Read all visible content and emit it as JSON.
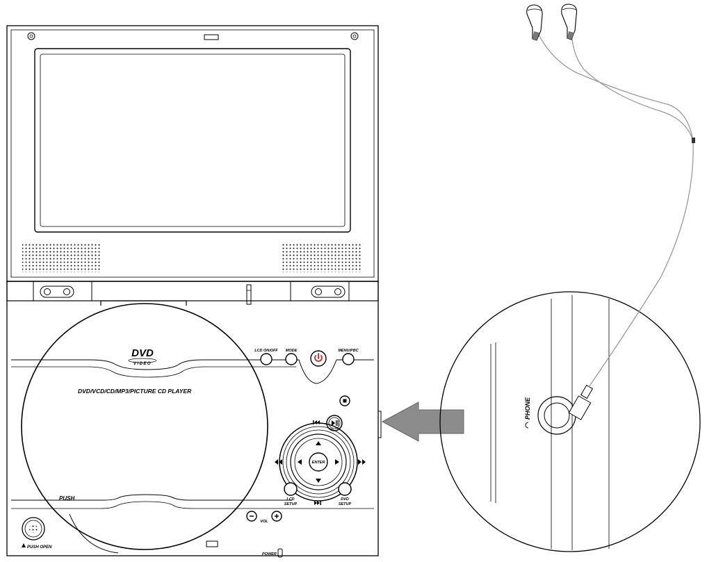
{
  "labels": {
    "lcd_onoff": "LCD ON/OFF",
    "mode": "MODE",
    "menu_pbc": "MENU/PBC",
    "player_title": "DVD/VCD/CD/MP3/PICTURE CD PLAYER",
    "push": "PUSH",
    "push_open": "PUSH OPEN",
    "enter": "ENTER",
    "lcd_setup_1": "LCD",
    "lcd_setup_2": "SETUP",
    "dvd_setup_1": "DVD",
    "dvd_setup_2": "SETUP",
    "vol": "VOL",
    "power": "POWER",
    "phone": "PHONE",
    "dvd_logo": "DVD",
    "dvd_logo_sub": "VIDEO"
  },
  "icons": {
    "power": "power-icon",
    "stop": "stop-icon",
    "play_pause": "play-pause-icon",
    "prev": "skip-previous-icon",
    "next": "skip-next-icon",
    "rewind": "rewind-icon",
    "fast_forward": "fast-forward-icon",
    "minus": "minus-icon",
    "plus": "plus-icon",
    "headphone": "headphone-icon",
    "arrow": "arrow-left-icon"
  },
  "colors": {
    "line": "#000000",
    "power_button": "#d42020",
    "arrow_fill": "#8c8c8c",
    "cable": "#9a9a9a",
    "earbud_band": "#7a7a7a"
  }
}
